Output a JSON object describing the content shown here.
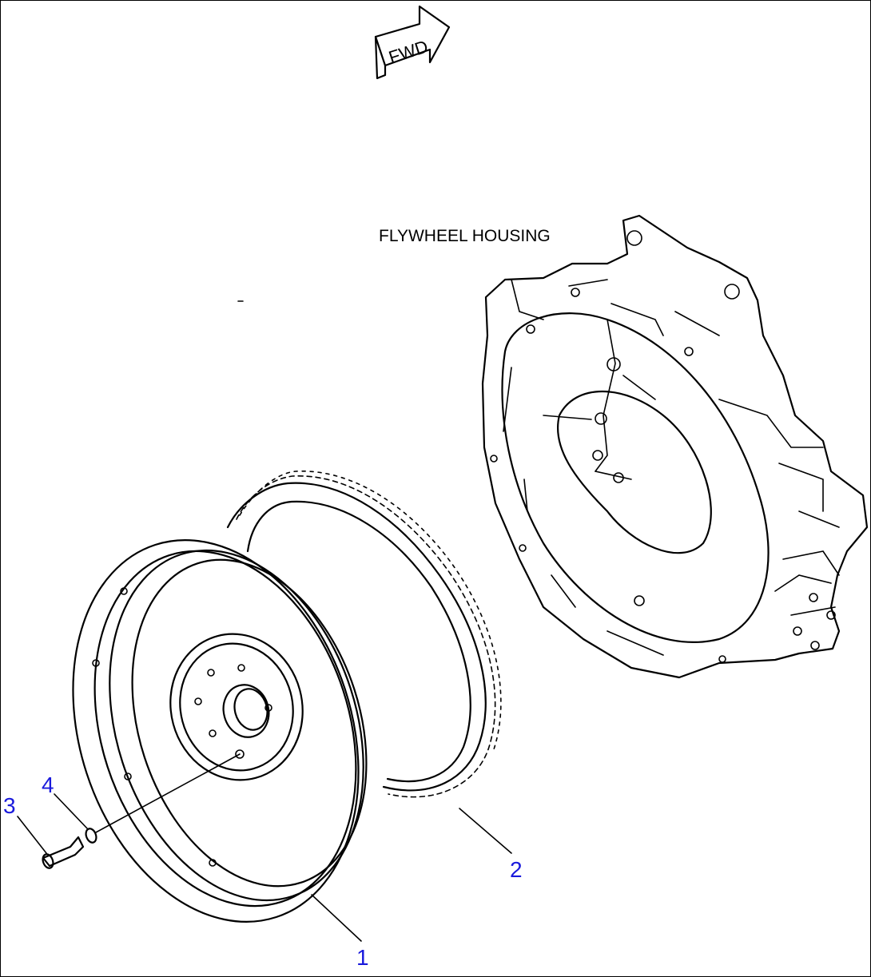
{
  "direction_indicator": {
    "text": "FWD",
    "icon": "forward-arrow-icon"
  },
  "component_label": "FLYWHEEL HOUSING",
  "callouts": [
    {
      "number": "1",
      "part": "flywheel"
    },
    {
      "number": "2",
      "part": "ring-gear"
    },
    {
      "number": "3",
      "part": "bolt"
    },
    {
      "number": "4",
      "part": "washer"
    }
  ],
  "colors": {
    "callout": "#1a1adc",
    "line": "#000000",
    "background": "#ffffff"
  }
}
